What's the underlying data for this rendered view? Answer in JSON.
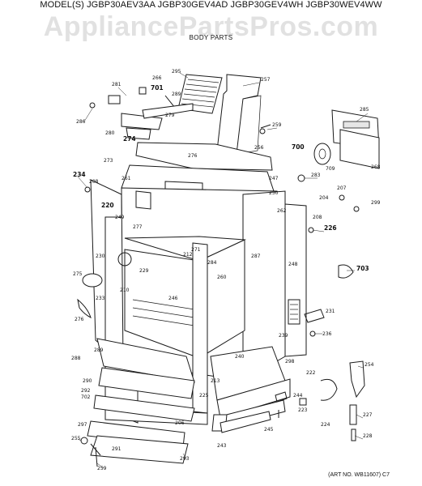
{
  "header": {
    "models": "MODEL(S) JGBP30AEV3AA JGBP30GEV4AD JGBP30GEV4WH JGBP30WEV4WW",
    "watermark": "AppliancePartsPros.com",
    "section_title": "BODY PARTS"
  },
  "footer": {
    "art_number": "(ART NO. WB11607) C7"
  },
  "callouts": [
    "295",
    "257",
    "266",
    "281",
    "701",
    "289",
    "286",
    "279",
    "280",
    "274",
    "259",
    "700",
    "276",
    "256",
    "285",
    "709",
    "268",
    "273",
    "234",
    "208",
    "261",
    "247",
    "283",
    "204",
    "207",
    "299",
    "220",
    "249",
    "277",
    "250",
    "262",
    "208",
    "226",
    "271",
    "212",
    "284",
    "287",
    "248",
    "703",
    "230",
    "229",
    "210",
    "233",
    "275",
    "276",
    "246",
    "260",
    "231",
    "239",
    "236",
    "288",
    "289",
    "298",
    "240",
    "254",
    "222",
    "290",
    "292",
    "702",
    "213",
    "244",
    "223",
    "224",
    "225",
    "297",
    "206",
    "245",
    "227",
    "255",
    "291",
    "259",
    "243",
    "293",
    "228"
  ]
}
